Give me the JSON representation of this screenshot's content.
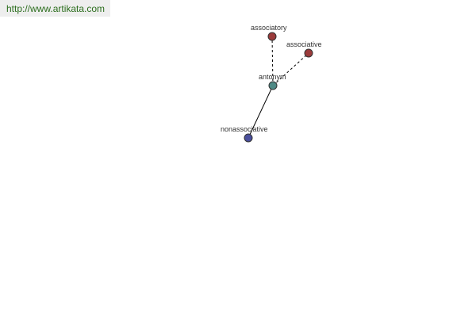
{
  "source": {
    "url_text": "http://www.artikata.com"
  },
  "graph": {
    "nodes": [
      {
        "id": "antonym",
        "label": "antonym",
        "color": "#4f8a86"
      },
      {
        "id": "associatory",
        "label": "associatory",
        "color": "#9b3b3b"
      },
      {
        "id": "associative",
        "label": "associative",
        "color": "#9b3b3b"
      },
      {
        "id": "nonassociative",
        "label": "nonassociative",
        "color": "#4a4f9c"
      }
    ],
    "edges": [
      {
        "from": "antonym",
        "to": "associatory",
        "style": "dashed"
      },
      {
        "from": "antonym",
        "to": "associative",
        "style": "dashed"
      },
      {
        "from": "antonym",
        "to": "nonassociative",
        "style": "solid"
      }
    ]
  }
}
